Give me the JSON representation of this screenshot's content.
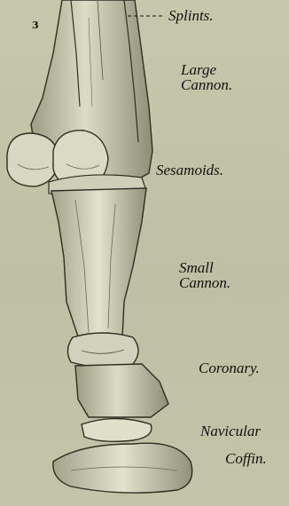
{
  "plate": {
    "number": "3",
    "labels": {
      "splints": "Splints.",
      "large_cannon_1": "Large",
      "large_cannon_2": "Cannon.",
      "sesamoids": "Sesamoids.",
      "small_cannon_1": "Small",
      "small_cannon_2": "Cannon.",
      "coronary": "Coronary.",
      "navicular": "Navicular",
      "coffin": "Coffin."
    }
  }
}
